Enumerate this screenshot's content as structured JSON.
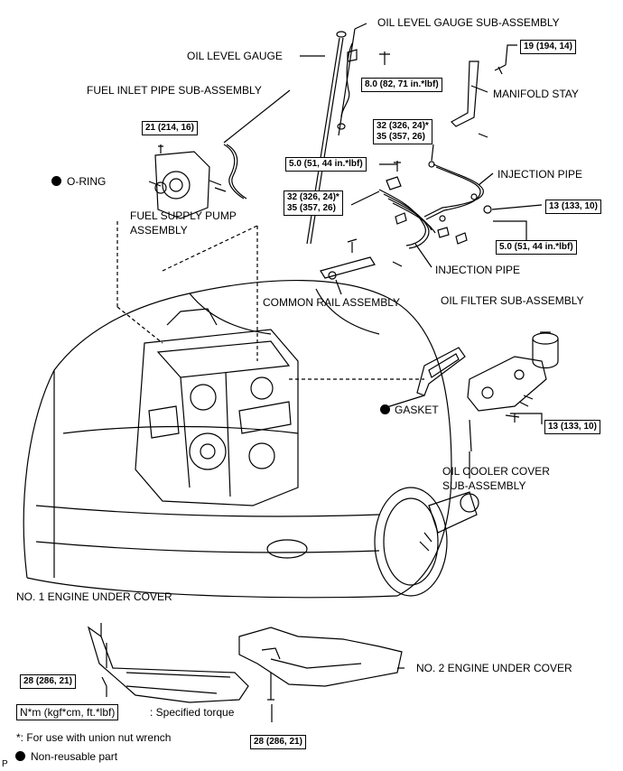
{
  "labels": {
    "oil_level_gauge_sub_assembly": "OIL LEVEL GAUGE SUB-ASSEMBLY",
    "oil_level_gauge": "OIL LEVEL GAUGE",
    "fuel_inlet_pipe_sub_assembly": "FUEL INLET PIPE SUB-ASSEMBLY",
    "manifold_stay": "MANIFOLD STAY",
    "o_ring": "O-RING",
    "injection_pipe_upper": "INJECTION PIPE",
    "fuel_supply_pump_line1": "FUEL SUPPLY PUMP",
    "fuel_supply_pump_line2": "ASSEMBLY",
    "injection_pipe_lower": "INJECTION PIPE",
    "common_rail_assembly": "COMMON RAIL ASSEMBLY",
    "oil_filter_sub_assembly": "OIL FILTER SUB-ASSEMBLY",
    "gasket": "GASKET",
    "oil_cooler_cover_line1": "OIL COOLER COVER",
    "oil_cooler_cover_line2": "SUB-ASSEMBLY",
    "no1_engine_under_cover": "NO. 1 ENGINE UNDER COVER",
    "no2_engine_under_cover": "NO. 2 ENGINE UNDER COVER"
  },
  "torques": {
    "t19": "19 (194, 14)",
    "t8": "8.0 (82, 71   in.*lbf)",
    "t21": "21 (214, 16)",
    "t32a_line1": "32 (326, 24)*",
    "t32a_line2": "35 (357, 26)",
    "t5a": "5.0 (51, 44  in.*lbf)",
    "t32b_line1": "32 (326, 24)*",
    "t32b_line2": "35 (357, 26)",
    "t13a": "13 (133, 10)",
    "t5b": "5.0 (51, 44  in.*lbf)",
    "t13b": "13 (133, 10)",
    "t28a": "28 (286, 21)",
    "t28b": "28 (286, 21)"
  },
  "legend": {
    "torque_unit_box": "N*m (kgf*cm, ft.*lbf)",
    "torque_unit_desc": ": Specified torque",
    "union_nut_note": "*: For use with union nut wrench",
    "non_reusable": "Non-reusable part",
    "page_marker": "P"
  }
}
